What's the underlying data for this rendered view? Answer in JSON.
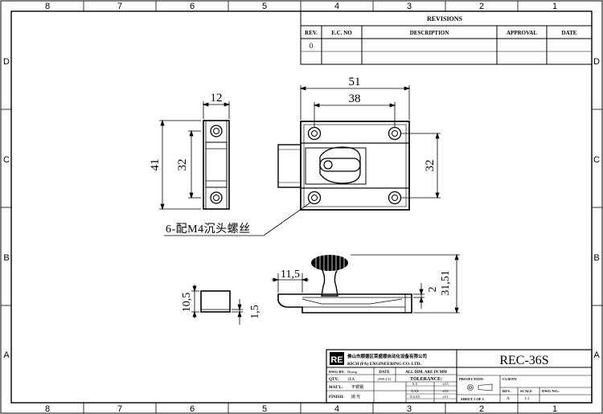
{
  "frame": {
    "columns_top": [
      "8",
      "7",
      "6",
      "5",
      "4",
      "3",
      "2",
      "1"
    ],
    "columns_bottom": [
      "8",
      "7",
      "6",
      "5",
      "4",
      "3",
      "2",
      "1"
    ],
    "rows_left": [
      "D",
      "C",
      "B",
      "A"
    ],
    "rows_right": [
      "D",
      "C",
      "B",
      "A"
    ]
  },
  "revisions": {
    "title": "REVISIONS",
    "headers": [
      "REV.",
      "E.C. NO",
      "DESCRIPTION",
      "APPROVAL",
      "DATE"
    ],
    "rows": [
      [
        "0",
        "",
        "",
        "",
        ""
      ]
    ]
  },
  "dimensions": {
    "top_width": "12",
    "left_height_outer": "41",
    "left_height_inner": "32",
    "main_width_outer": "51",
    "main_width_inner": "38",
    "main_height_right": "32",
    "screw_note": "6-配M4沉头螺丝",
    "bottom_left_height": "10,5",
    "bottom_left_thickness": "1,5",
    "knob_offset": "11,5",
    "right_small": "2",
    "right_total": "31,51"
  },
  "title_block": {
    "logo": "RE",
    "company_cn": "佛山市顺德区荣盛顺自动化设备有限公司",
    "company_en": "RICH (FA) ENGINEERING CO. LTD.",
    "dwg_by_label": "DWG BY:",
    "dwg_by_value": "Huang",
    "date_label": "DATE",
    "dim_note": "ALL DIM. ARE IN MM",
    "qty_label": "QTY:",
    "qty_value": "1EA",
    "date_value": "2008-4-23",
    "tolerance_label": "TOLERANCE:",
    "tol_rows": [
      [
        "X.X",
        "±0.5"
      ],
      [
        "X.XX",
        "±0.2"
      ],
      [
        "X.XXX",
        "±0.1"
      ]
    ],
    "matl_label": "MAT'L:",
    "matl_value": "不锈钢",
    "finish_label": "FINISH:",
    "finish_value": "抛 光",
    "projection_label": "PROJECTION:",
    "sheet_text": "SHEET  1 OF 1",
    "part_no": "REC-36S",
    "client_label": "CLIENT:",
    "rev_label": "REV.",
    "rev_value": "A",
    "scale_label": "SCALE",
    "scale_value": "1:1",
    "dwg_no_label": "DWG NO.:"
  }
}
